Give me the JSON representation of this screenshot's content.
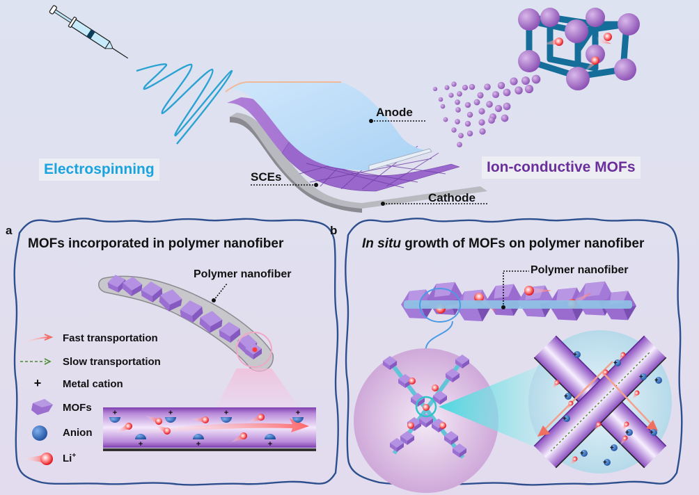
{
  "top": {
    "electrospinning_label": "Electrospinning",
    "mofs_label": "Ion-conductive MOFs",
    "anode_label": "Anode",
    "sces_label": "SCEs",
    "cathode_label": "Cathode"
  },
  "panel_a": {
    "letter": "a",
    "title": "MOFs incorporated in polymer nanofiber",
    "fiber_label": "Polymer nanofiber",
    "legend": [
      {
        "icon": "fast-arrow-icon",
        "label": "Fast transportation"
      },
      {
        "icon": "slow-arrow-icon",
        "label": "Slow transportation"
      },
      {
        "icon": "plus-icon",
        "label": "Metal cation",
        "glyph": "+"
      },
      {
        "icon": "mof-cube-icon",
        "label": "MOFs"
      },
      {
        "icon": "anion-sphere-icon",
        "label": "Anion"
      },
      {
        "icon": "li-ion-icon",
        "label": "Li",
        "sup": "+"
      }
    ]
  },
  "panel_b": {
    "letter": "b",
    "title_italic": "In situ",
    "title_rest": " growth of MOFs on polymer nanofiber",
    "fiber_label": "Polymer nanofiber"
  },
  "colors": {
    "electrospinning_text": "#1aa3de",
    "mofs_text": "#6a2f9a",
    "panel_border": "#2d4f8e",
    "mof_purple": "#9a6fd0",
    "li_red": "#e8242c",
    "anion_blue": "#2f5fa8",
    "fiber_blue": "#8fc3e4"
  }
}
